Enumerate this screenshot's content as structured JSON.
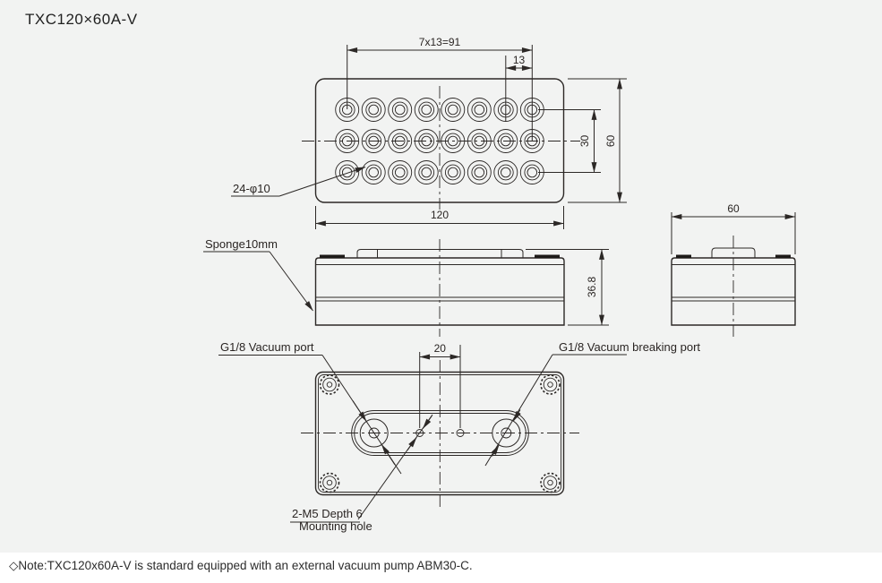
{
  "title": "TXC120×60A-V",
  "note": "◇Note:TXC120x60A-V is standard equipped with an external vacuum pump ABM30-C.",
  "colors": {
    "background": "#f2f3f2",
    "line": "#2c2826",
    "note_background": "#ffffff"
  },
  "views": {
    "top": {
      "name": "Top view with suction hole pattern",
      "hole_grid": {
        "cols": 8,
        "rows": 3,
        "count": 24,
        "hole_label": "24-φ10"
      },
      "dims": {
        "pitch": "7x13=91",
        "end_pitch": "13",
        "row_span": "30",
        "height": "60",
        "width": "120"
      }
    },
    "front": {
      "name": "Front view",
      "labels": {
        "sponge": "Sponge10mm"
      },
      "dims": {
        "body_height": "36.8"
      }
    },
    "side": {
      "name": "Side view",
      "dims": {
        "width": "60"
      }
    },
    "bottom": {
      "name": "Bottom view",
      "labels": {
        "vacuum_port": "G1/8 Vacuum port",
        "vacuum_breaking_port": "G1/8 Vacuum breaking port",
        "mounting_line1": "2-M5 Depth 6",
        "mounting_line2": "Mounting hole"
      },
      "dims": {
        "hole_spacing": "20"
      }
    }
  }
}
